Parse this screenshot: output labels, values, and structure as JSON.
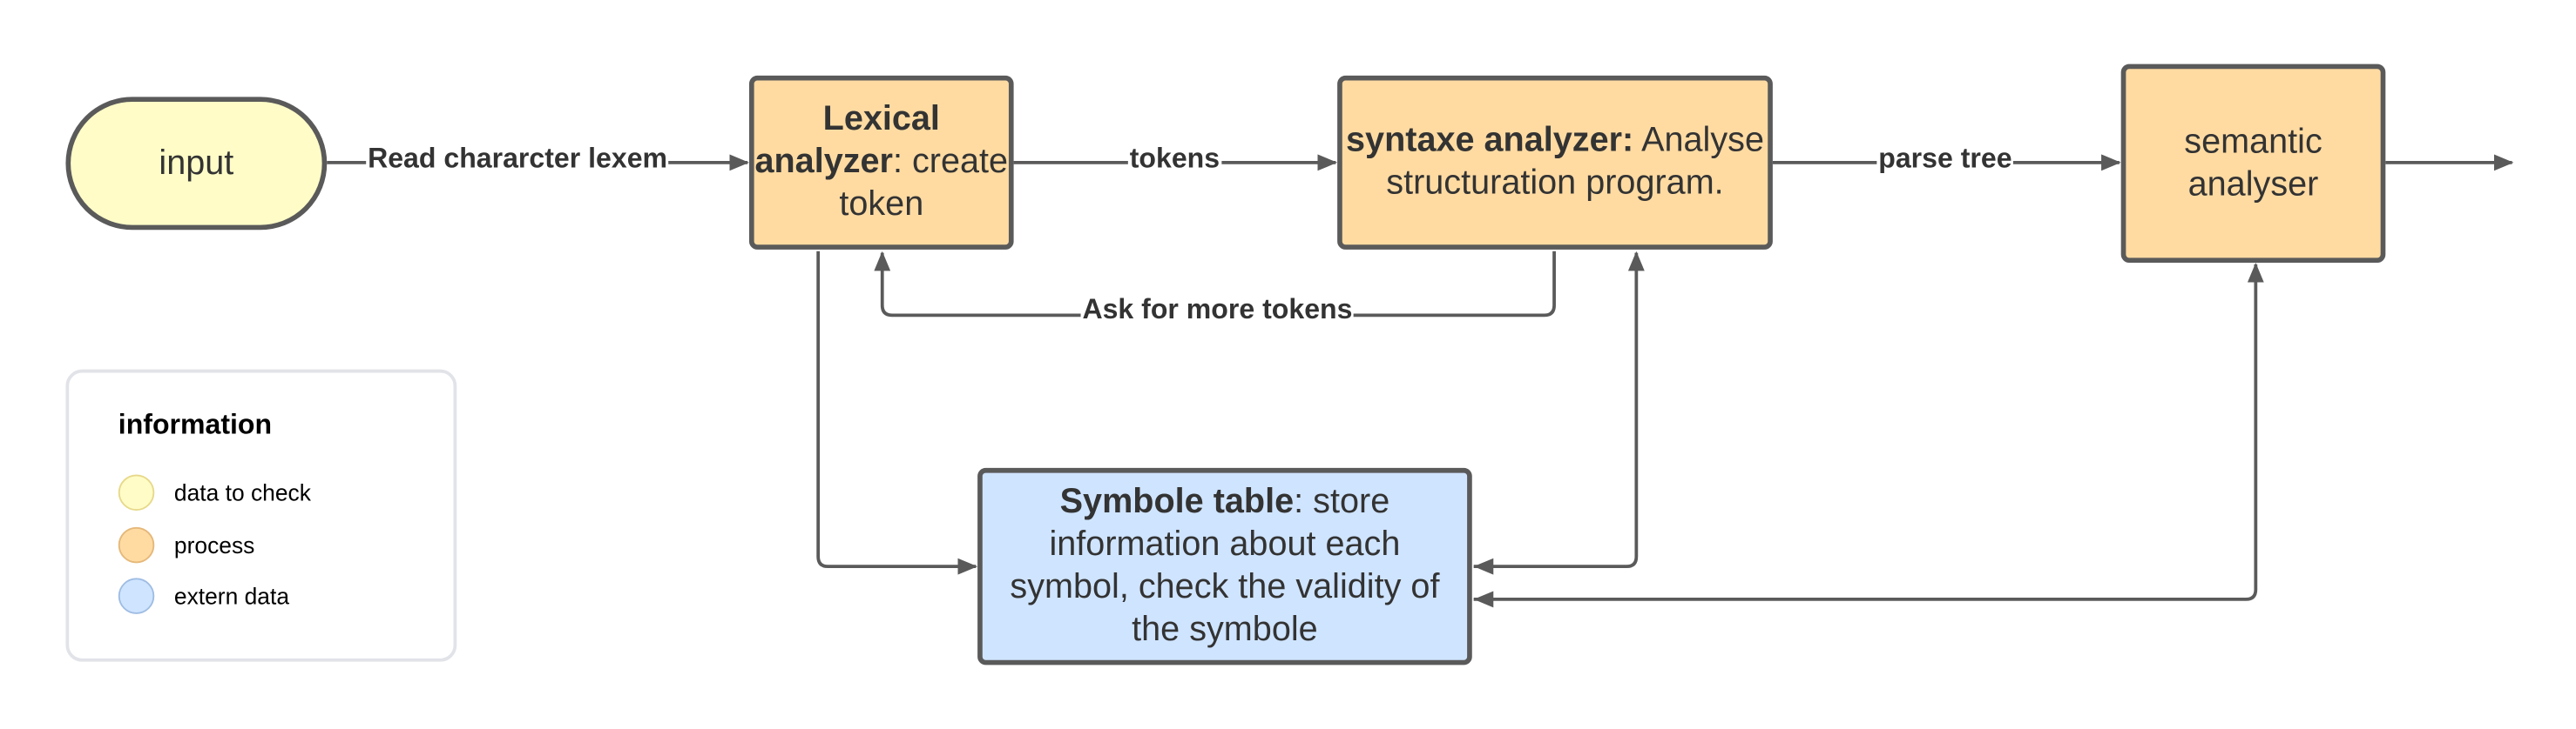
{
  "colors": {
    "data_to_check": "#fffcc7",
    "process": "#ffdba2",
    "extern_data": "#cfe4ff",
    "stroke": "#5a5a5a",
    "legend_border": "#e1e3e8"
  },
  "nodes": {
    "input": {
      "text": "input"
    },
    "lexical": {
      "bold": "Lexical analyzer",
      "rest": ": create token"
    },
    "syntax": {
      "bold": "syntaxe analyzer:",
      "rest": " Analyse structuration program."
    },
    "semantic": {
      "text": "semantic analyser"
    },
    "symbol": {
      "bold": "Symbole table",
      "rest": ": store information about each symbol, check the validity of the symbole"
    }
  },
  "edges": {
    "read": "Read chararcter lexem",
    "tokens": "tokens",
    "parse": "parse tree",
    "ask": "Ask for more tokens"
  },
  "legend": {
    "title": "information",
    "items": [
      {
        "label": "data to check",
        "fill": "#fffcc7",
        "border": "#e7d98a"
      },
      {
        "label": "process",
        "fill": "#ffdba2",
        "border": "#e5b87a"
      },
      {
        "label": "extern data",
        "fill": "#cfe4ff",
        "border": "#9fbde3"
      }
    ]
  }
}
